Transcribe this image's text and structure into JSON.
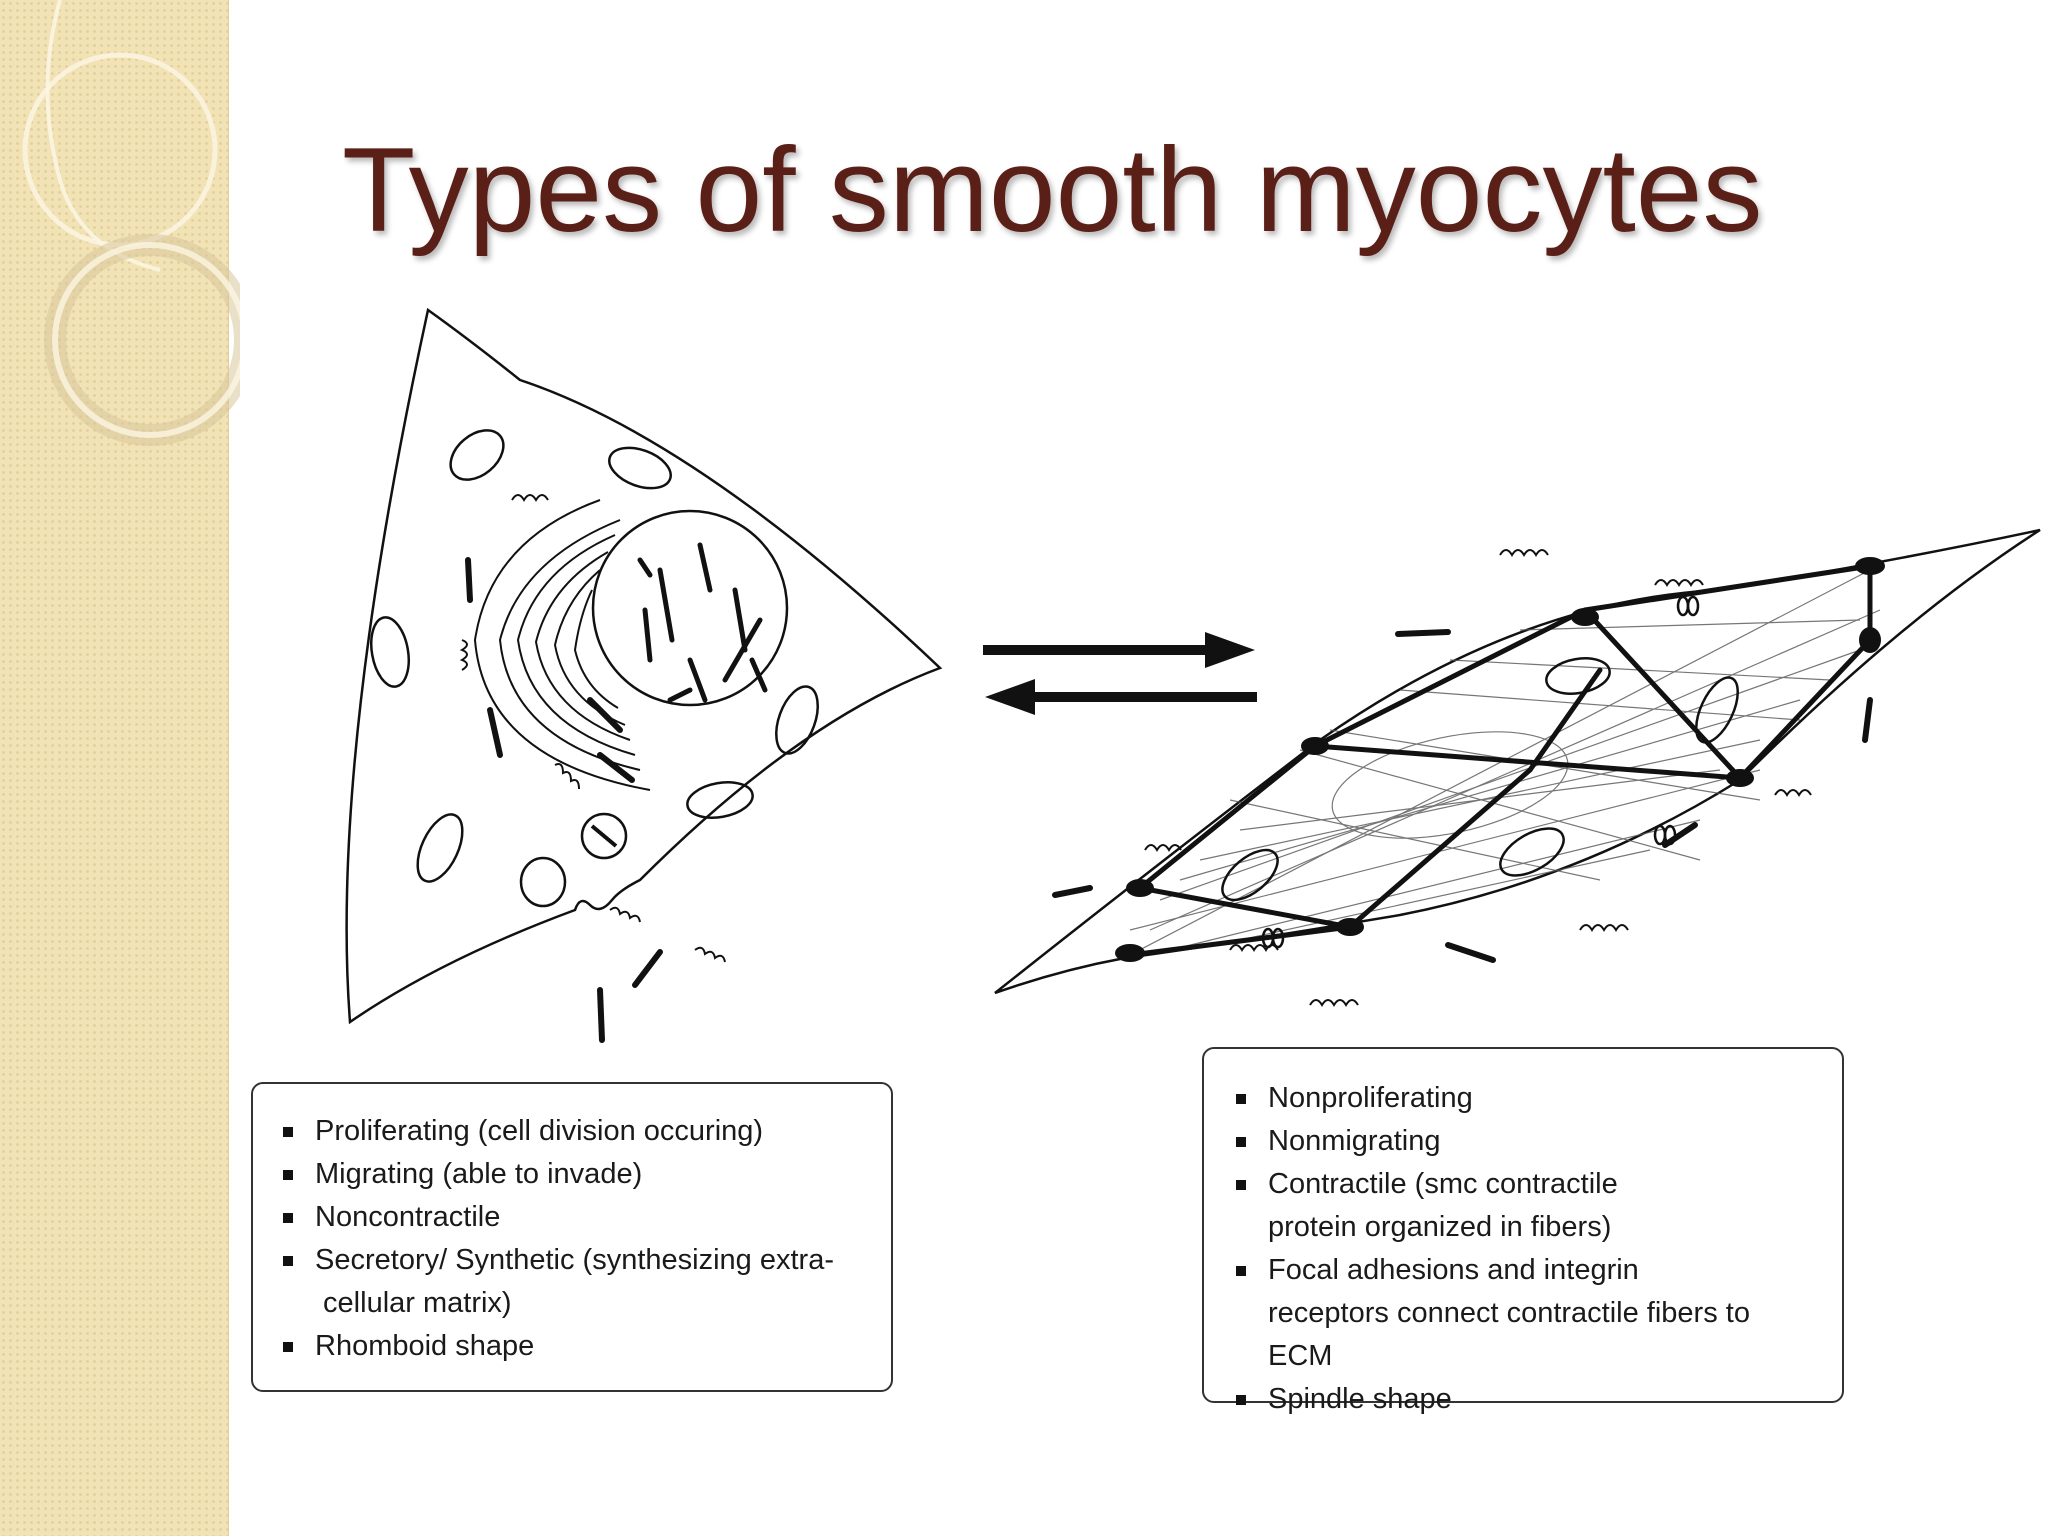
{
  "slide": {
    "title": "Types of smooth myocytes"
  },
  "diagram": {
    "left_box_items": [
      "Proliferating (cell division occuring)",
      "Migrating (able to invade)",
      "Noncontractile",
      "Secretory/ Synthetic (synthesizing extra- cellular matrix)",
      "Rhomboid shape"
    ],
    "right_box_items": [
      "Nonproliferating",
      "Nonmigrating",
      "Contractile (smc contractile protein organized in fibers)",
      "Focal adhesions and integrin receptors connect contractile fibers to ECM",
      "Spindle shape"
    ]
  },
  "colors": {
    "title": "#5a1f17",
    "side_band": "#f1e3b6",
    "line": "#111111"
  }
}
